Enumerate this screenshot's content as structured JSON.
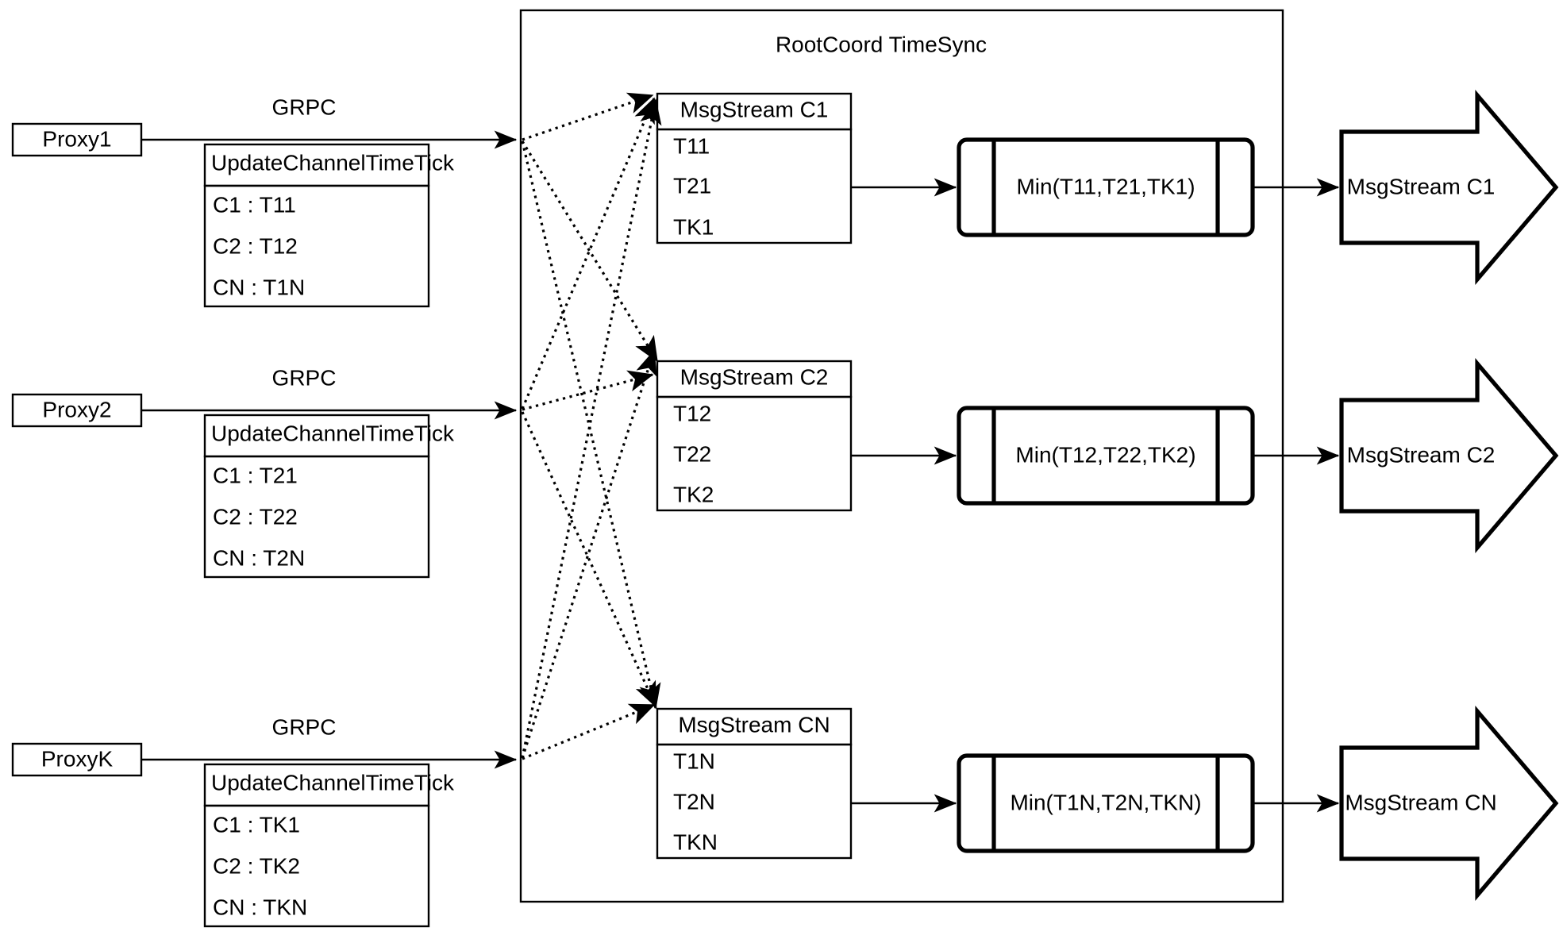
{
  "diagram": {
    "title": "RootCoord TimeSync",
    "container_label": "RootCoord TimeSync",
    "accent_color": "#000000",
    "background_color": "#ffffff",
    "proxy_rows": [
      {
        "proxy_label": "Proxy1",
        "link_label": "GRPC",
        "rpc_title": "UpdateChannelTimeTick",
        "entries": [
          "C1 :  T11",
          "C2 :  T12",
          "CN : T1N"
        ]
      },
      {
        "proxy_label": "Proxy2",
        "link_label": "GRPC",
        "rpc_title": "UpdateChannelTimeTick",
        "entries": [
          "C1 :  T21",
          "C2 :  T22",
          "CN : T2N"
        ]
      },
      {
        "proxy_label": "ProxyK",
        "link_label": "GRPC",
        "rpc_title": "UpdateChannelTimeTick",
        "entries": [
          "C1 :  TK1",
          "C2 :  TK2",
          "CN : TKN"
        ]
      }
    ],
    "channel_rows": [
      {
        "msgstream_title": "MsgStream C1",
        "ticks": [
          "T11",
          "T21",
          "TK1"
        ],
        "min_label": "Min(T11,T21,TK1)",
        "output_label": "MsgStream C1"
      },
      {
        "msgstream_title": "MsgStream C2",
        "ticks": [
          "T12",
          "T22",
          "TK2"
        ],
        "min_label": "Min(T12,T22,TK2)",
        "output_label": "MsgStream C2"
      },
      {
        "msgstream_title": "MsgStream CN",
        "ticks": [
          "T1N",
          "T2N",
          "TKN"
        ],
        "min_label": "Min(T1N,T2N,TKN)",
        "output_label": "MsgStream CN"
      }
    ]
  }
}
